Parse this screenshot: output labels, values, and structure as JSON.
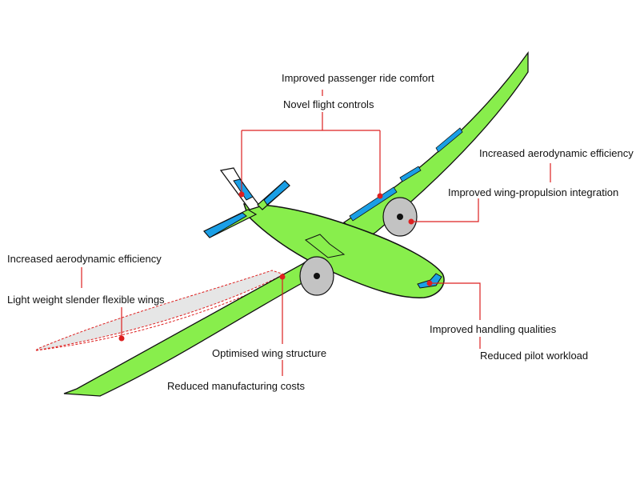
{
  "colors": {
    "aircraft_fill": "#88ee4c",
    "outline": "#111111",
    "control_surface": "#1a9fe6",
    "leader_line": "#dd2020",
    "engine_fill": "#c3c3c3",
    "flex_wing_fill": "#e6e6e6"
  },
  "labels": {
    "passenger_ride_comfort": "Improved passenger ride comfort",
    "novel_flight_controls": "Novel flight controls",
    "aero_efficiency_right": "Increased aerodynamic efficiency",
    "wing_propulsion_integration": "Improved wing-propulsion integration",
    "aero_efficiency_left": "Increased aerodynamic efficiency",
    "light_weight_wings": "Light weight slender flexible wings",
    "optimised_wing_structure": "Optimised wing structure",
    "reduced_manufacturing_costs": "Reduced manufacturing costs",
    "improved_handling_qualities": "Improved handling qualities",
    "reduced_pilot_workload": "Reduced pilot workload"
  }
}
